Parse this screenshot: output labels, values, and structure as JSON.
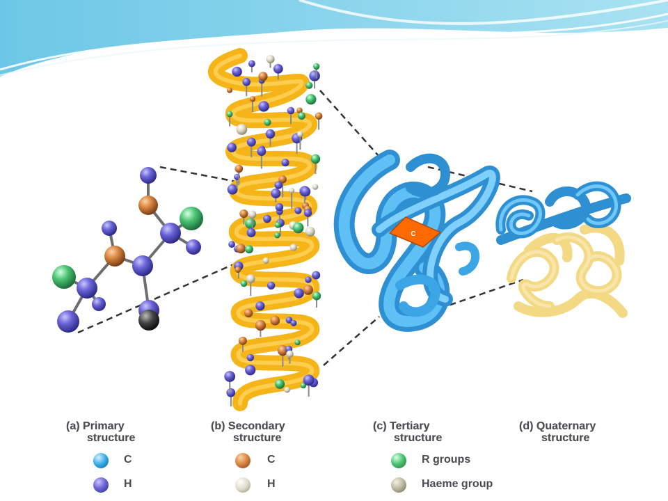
{
  "figure": {
    "panels": [
      {
        "letter": "(a)",
        "line1": "Primary",
        "line2": "structure"
      },
      {
        "letter": "(b)",
        "line1": "Secondary",
        "line2": "structure"
      },
      {
        "letter": "(c)",
        "line1": "Tertiary",
        "line2": "structure"
      },
      {
        "letter": "(d)",
        "line1": "Quaternary",
        "line2": "structure"
      }
    ],
    "tertiary_center_label": "C",
    "legend": [
      {
        "label": "C",
        "color": "#2fa8e8"
      },
      {
        "label": "H",
        "color": "#5a55c8"
      },
      {
        "label": "C",
        "color": "#c8783a"
      },
      {
        "label": "H",
        "color": "#cfcab8"
      },
      {
        "label": "R groups",
        "color": "#3fbf6a"
      },
      {
        "label": "Haeme group",
        "color": "#b9b39a"
      }
    ],
    "colors": {
      "banner": "#7fd0ea",
      "ribbon_blue": "#3aa6e6",
      "ribbon_yellow": "#f5b518",
      "ribbon_cream": "#f4d985",
      "atom_blue": "#5a55c8",
      "atom_orange": "#c8783a",
      "atom_green": "#3fbf6a",
      "atom_white": "#dcd8c8",
      "atom_black": "#333333",
      "haem_orange": "#ff6a00"
    }
  }
}
